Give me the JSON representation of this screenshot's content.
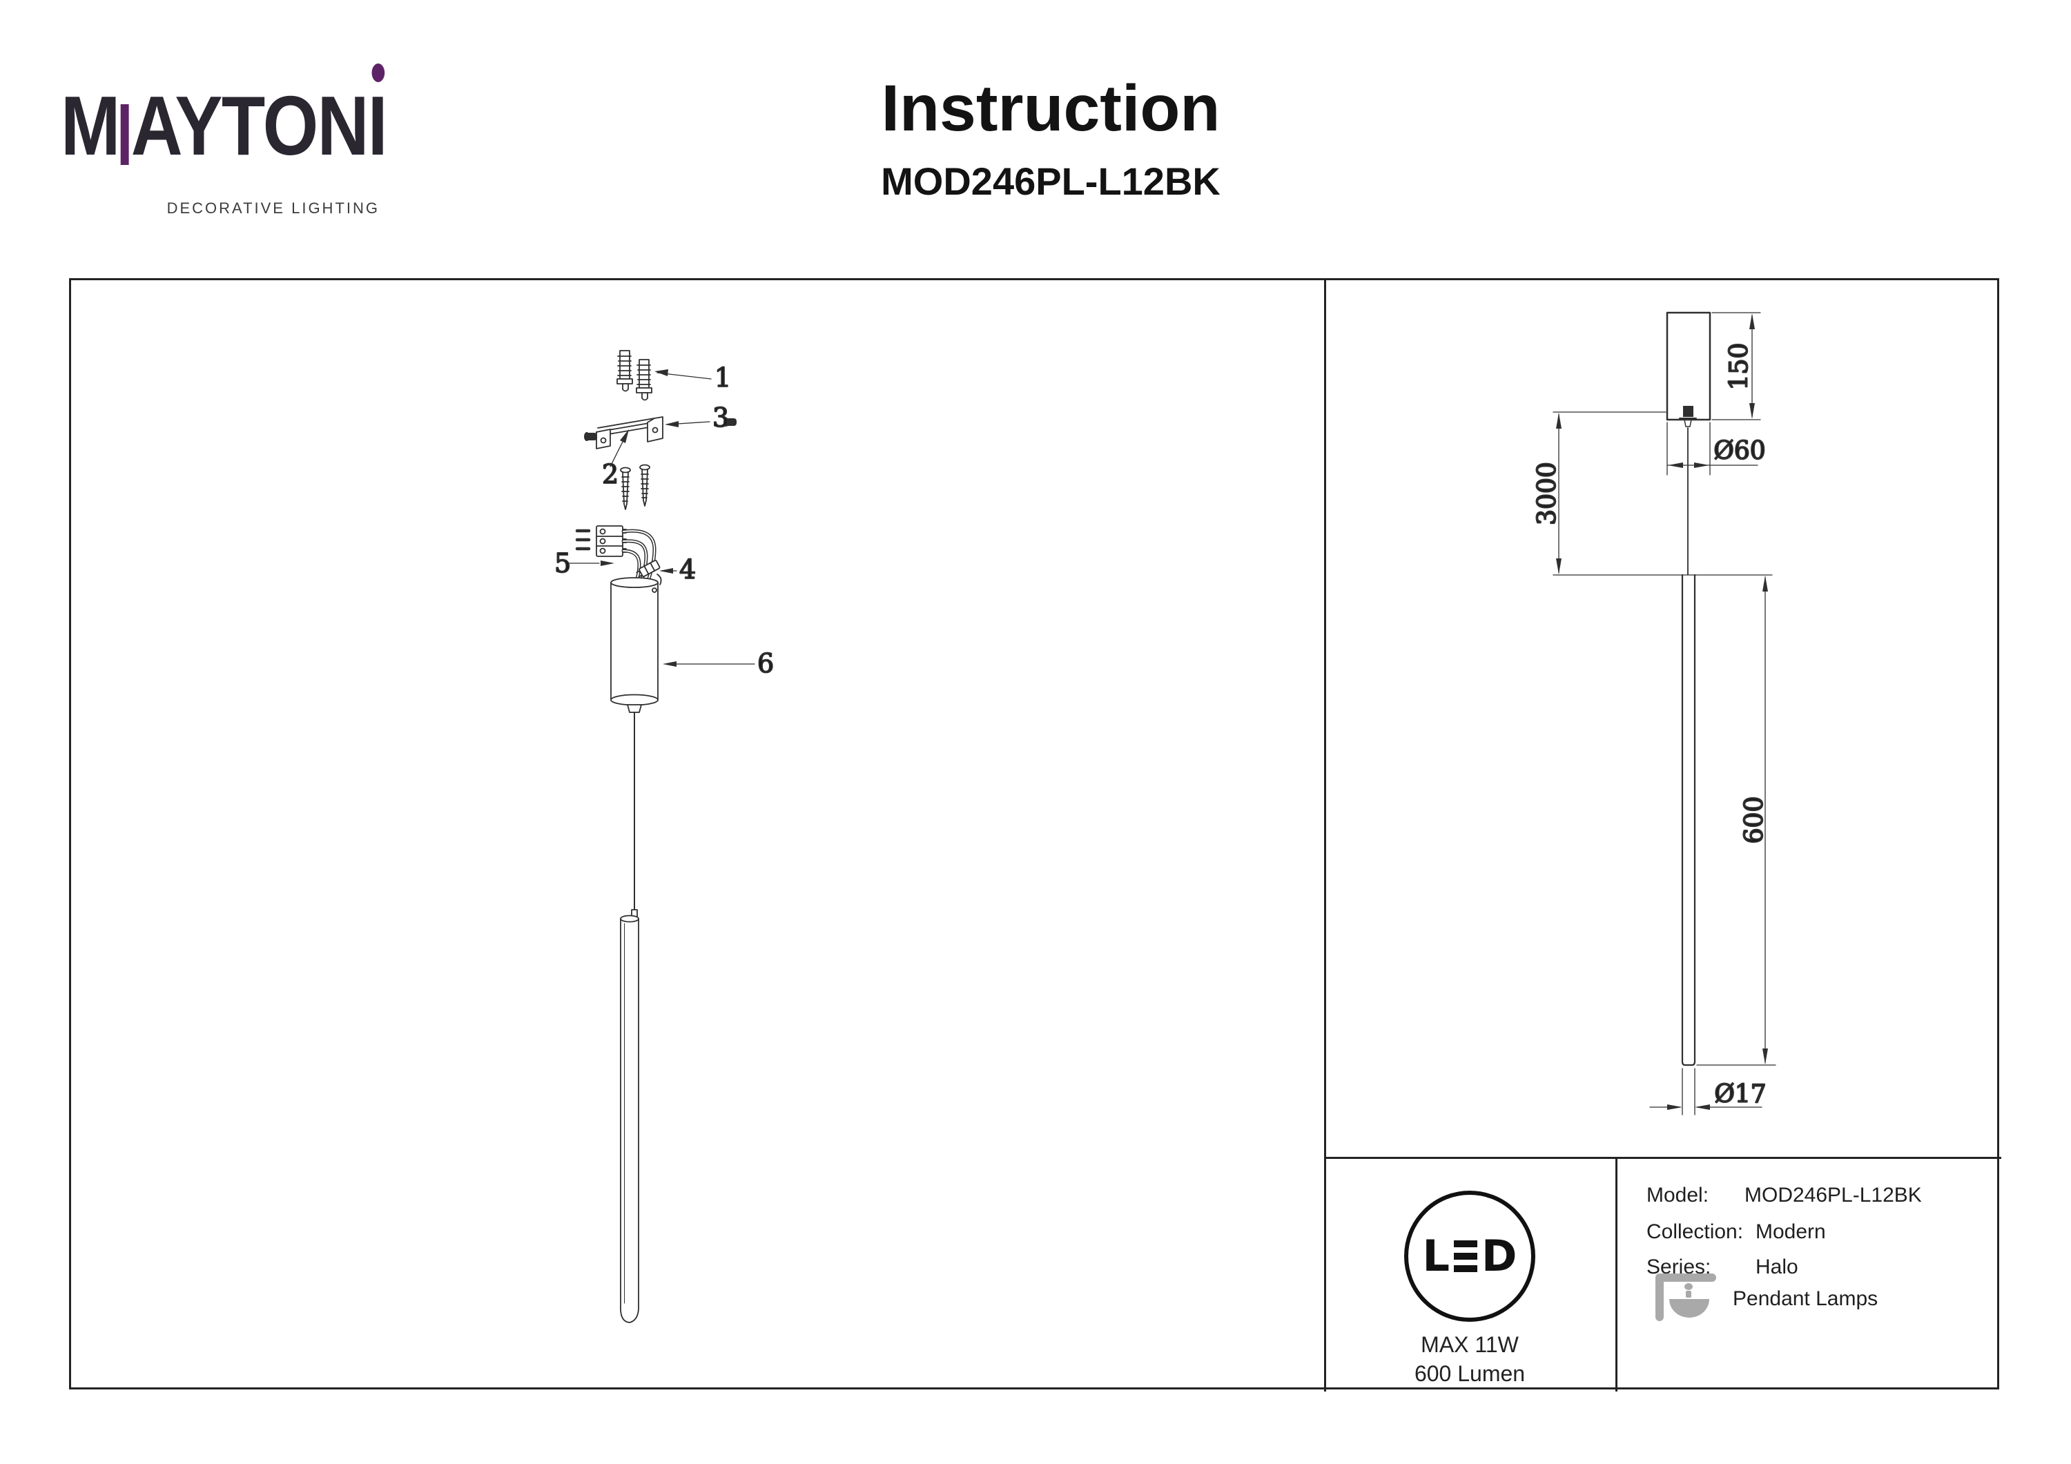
{
  "brand": {
    "logo_m": "M",
    "logo_mid": "AYTON",
    "logo_last": "I",
    "logo_full": "MAYTONI",
    "tagline": "DECORATIVE LIGHTING",
    "accent_color": "#5e2366",
    "ink_color": "#2b2731"
  },
  "header": {
    "title": "Instruction",
    "model": "MOD246PL-L12BK"
  },
  "assembly": {
    "part_labels": [
      "1",
      "2",
      "3",
      "4",
      "5",
      "6"
    ]
  },
  "dimensions": {
    "canopy_height": "150",
    "canopy_diameter": "Ø60",
    "suspension_length": "3000",
    "lamp_height": "600",
    "lamp_diameter": "Ø17"
  },
  "badge": {
    "text": "LED",
    "letter_l": "L",
    "letter_d": "D",
    "max_power": "MAX 11W",
    "luminous_flux": "600 Lumen"
  },
  "spec": {
    "model_label": "Model:",
    "model_value": "MOD246PL-L12BK",
    "collection_label": "Collection:",
    "collection_value": "Modern",
    "series_label": "Series:",
    "series_value": "Halo",
    "type_value": "Pendant Lamps"
  },
  "colors": {
    "line_art": "#2f2f2f",
    "icon_gray": "#a9a9a9"
  }
}
